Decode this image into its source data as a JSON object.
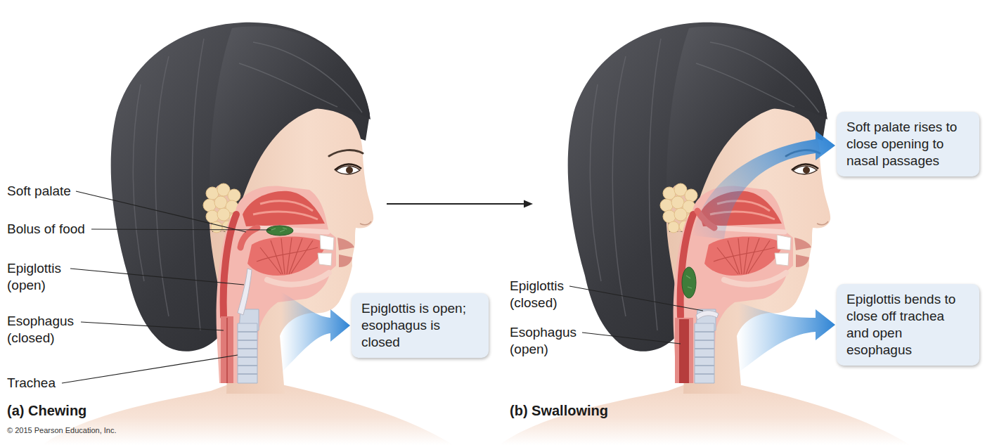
{
  "diagram": {
    "nodes": [
      {
        "text": [
          "Epiglottis is open; esophagus is closed"
        ]
      },
      {
        "text": [
          "Soft palate rises to close opening to nasal passages"
        ]
      },
      {
        "text": [
          "Epiglottis bends to close off trachea and open esophagus"
        ]
      }
    ],
    "labels": [
      "Soft palate",
      "Bolus of food",
      "Epiglottis (open)",
      "Esophagus (closed)",
      "Trachea",
      "(a) Chewing",
      "Epiglottis (closed)",
      "Esophagus (open)",
      "(b) Swallowing",
      "© 2015 Pearson Education, Inc."
    ]
  }
}
